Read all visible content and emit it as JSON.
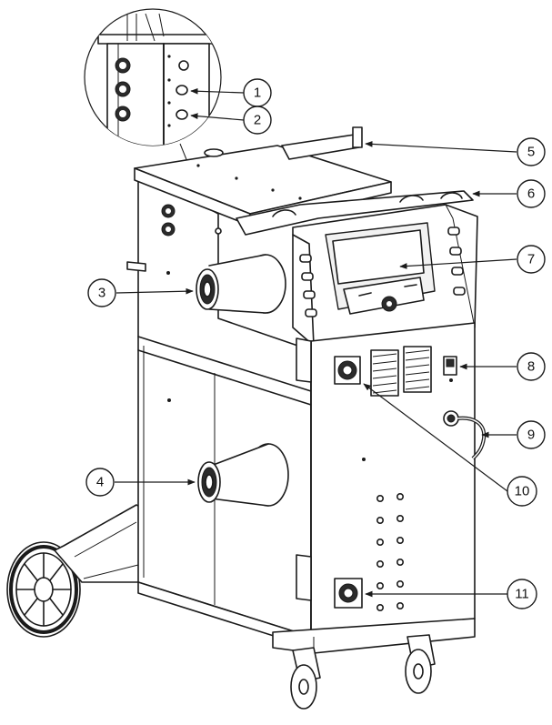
{
  "callouts": [
    {
      "id": "callout-1",
      "label": "1"
    },
    {
      "id": "callout-2",
      "label": "2"
    },
    {
      "id": "callout-3",
      "label": "3"
    },
    {
      "id": "callout-4",
      "label": "4"
    },
    {
      "id": "callout-5",
      "label": "5"
    },
    {
      "id": "callout-6",
      "label": "6"
    },
    {
      "id": "callout-7",
      "label": "7"
    },
    {
      "id": "callout-8",
      "label": "8"
    },
    {
      "id": "callout-9",
      "label": "9"
    },
    {
      "id": "callout-10",
      "label": "10"
    },
    {
      "id": "callout-11",
      "label": "11"
    }
  ],
  "colors": {
    "line": "#1a1a1a",
    "background": "#ffffff",
    "panel": "#f2f2f2"
  }
}
